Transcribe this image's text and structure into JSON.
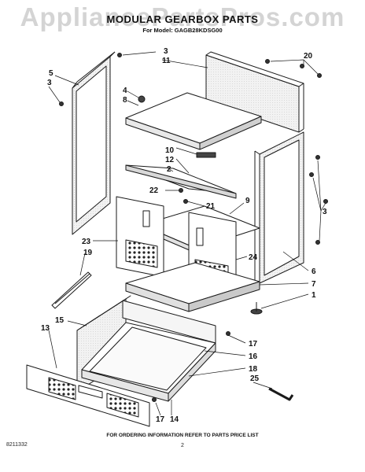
{
  "watermark": "AppliancePartsPros.com",
  "header": {
    "title": "MODULAR GEARBOX PARTS",
    "model_line": "For Model: GAGB28KDSG00"
  },
  "footer": {
    "order_info": "FOR ORDERING INFORMATION REFER TO PARTS PRICE LIST",
    "doc_number": "8211332",
    "page_number": "2"
  },
  "callouts": [
    "3",
    "11",
    "20",
    "5",
    "3",
    "4",
    "8",
    "10",
    "12",
    "2",
    "22",
    "21",
    "9",
    "23",
    "19",
    "24",
    "6",
    "7",
    "1",
    "15",
    "13",
    "17",
    "16",
    "18",
    "25",
    "17",
    "14",
    "3"
  ]
}
